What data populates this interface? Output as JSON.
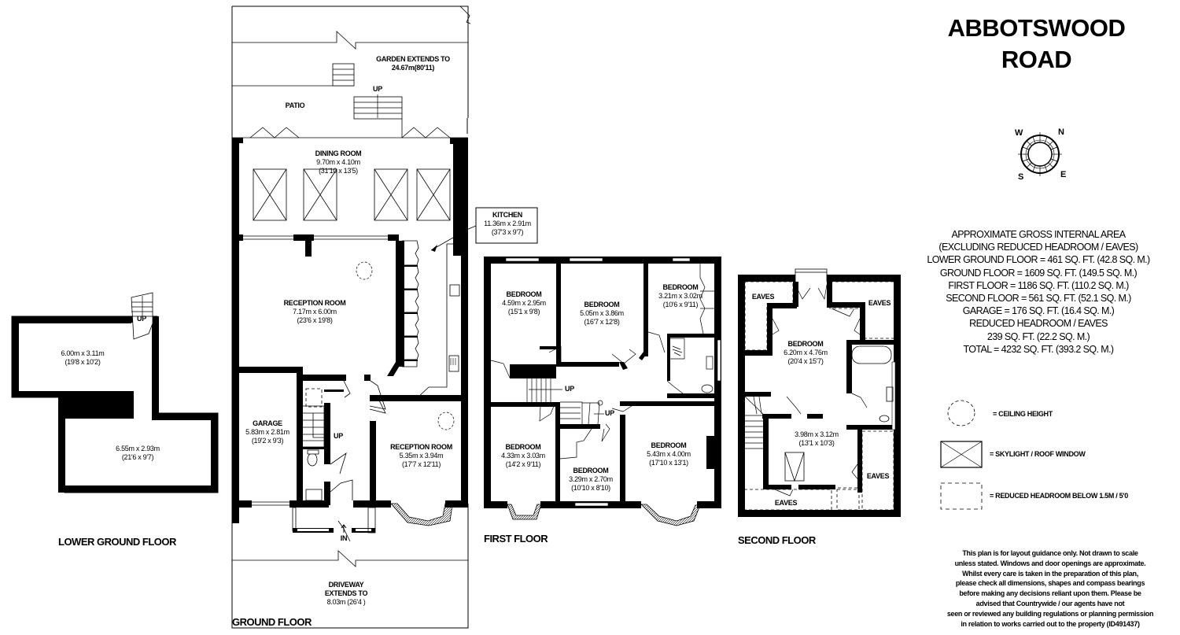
{
  "property": {
    "title_line1": "ABBOTSWOOD",
    "title_line2": "ROAD"
  },
  "compass": {
    "w": "W",
    "n": "N",
    "s": "S",
    "e": "E"
  },
  "areas": {
    "heading1": "APPROXIMATE GROSS INTERNAL AREA",
    "heading2": "(EXCLUDING REDUCED HEADROOM / EAVES)",
    "lines": [
      "LOWER GROUND FLOOR = 461 SQ. FT. (42.8 SQ. M.)",
      "GROUND FLOOR  = 1609 SQ. FT. (149.5 SQ. M.)",
      "FIRST FLOOR  = 1186 SQ. FT. (110.2 SQ. M.)",
      "SECOND FLOOR  = 561 SQ. FT. (52.1 SQ. M.)",
      "GARAGE  = 176 SQ. FT. (16.4 SQ. M.)",
      "REDUCED HEADROOM / EAVES",
      "239 SQ. FT. (22.2 SQ. M.)",
      "TOTAL =  4232 SQ. FT. (393.2 SQ. M.)"
    ]
  },
  "legend": {
    "ceiling_height": "=  CEILING HEIGHT",
    "skylight": "= SKYLIGHT / ROOF  WINDOW",
    "reduced_headroom": "= REDUCED HEADROOM BELOW 1.5M / 5'0"
  },
  "disclaimer": [
    "This plan is for layout guidance only. Not drawn to scale",
    "unless stated. Windows and door openings are approximate.",
    "Whilst every care is taken in the preparation of this plan,",
    "please check all dimensions, shapes and compass bearings",
    "before making any decisions reliant upon them. Please be",
    "advised that Countrywide / our agents have not",
    "seen or reviewed any building regulations or planning permission",
    "in relation to works carried out to the property (ID491437)"
  ],
  "floors": {
    "lower_ground": {
      "label": "LOWER GROUND FLOOR",
      "rooms": [
        {
          "name": "",
          "metric": "6.00m x 3.11m",
          "imperial": "(19'8 x 10'2)"
        },
        {
          "name": "",
          "metric": "6.55m x 2.93m",
          "imperial": "(21'6 x 9'7)"
        }
      ],
      "stairs": "UP"
    },
    "ground": {
      "label": "GROUND FLOOR",
      "garden": {
        "line1": "GARDEN EXTENDS TO",
        "line2": "24.67m(80'11)"
      },
      "patio": "PATIO",
      "patio_up": "UP",
      "rooms": {
        "dining": {
          "name": "DINING ROOM",
          "metric": "9.70m x 4.10m",
          "imperial": "(31'10 x 13'5)"
        },
        "kitchen": {
          "name": "KITCHEN",
          "metric": "11.36m x 2.91m",
          "imperial": "(37'3 x 9'7)"
        },
        "reception1": {
          "name": "RECEPTION ROOM",
          "metric": "7.17m x 6.00m",
          "imperial": "(23'6 x 19'8)"
        },
        "garage": {
          "name": "GARAGE",
          "metric": "5.83m x 2.81m",
          "imperial": "(19'2 x 9'3)"
        },
        "reception2": {
          "name": "RECEPTION ROOM",
          "metric": "5.35m x 3.94m",
          "imperial": "(17'7 x 12'11)"
        }
      },
      "stairs": "UP",
      "entrance": "IN",
      "driveway": {
        "line1": "DRIVEWAY",
        "line2": "EXTENDS TO",
        "line3": "8.03m (26'4 )"
      }
    },
    "first": {
      "label": "FIRST FLOOR",
      "stairs": "UP",
      "stairs2": "UP",
      "rooms": [
        {
          "name": "BEDROOM",
          "metric": "4.59m x 2.95m",
          "imperial": "(15'1 x 9'8)"
        },
        {
          "name": "BEDROOM",
          "metric": "5.05m x 3.86m",
          "imperial": "(16'7 x 12'8)"
        },
        {
          "name": "BEDROOM",
          "metric": "3.21m x 3.02m",
          "imperial": "(10'6 x 9'11)"
        },
        {
          "name": "BEDROOM",
          "metric": "4.33m x 3.03m",
          "imperial": "(14'2 x 9'11)"
        },
        {
          "name": "BEDROOM",
          "metric": "3.29m x 2.70m",
          "imperial": "(10'10 x 8'10)"
        },
        {
          "name": "BEDROOM",
          "metric": "5.43m x 4.00m",
          "imperial": "(17'10 x 13'1)"
        }
      ]
    },
    "second": {
      "label": "SECOND FLOOR",
      "bedroom": {
        "name": "BEDROOM",
        "metric": "6.20m x 4.76m",
        "imperial": "(20'4 x 15'7)"
      },
      "room2": {
        "metric": "3.98m x 3.12m",
        "imperial": "(13'1 x 10'3)"
      },
      "eaves": [
        "EAVES",
        "EAVES",
        "EAVES",
        "EAVES"
      ]
    }
  }
}
